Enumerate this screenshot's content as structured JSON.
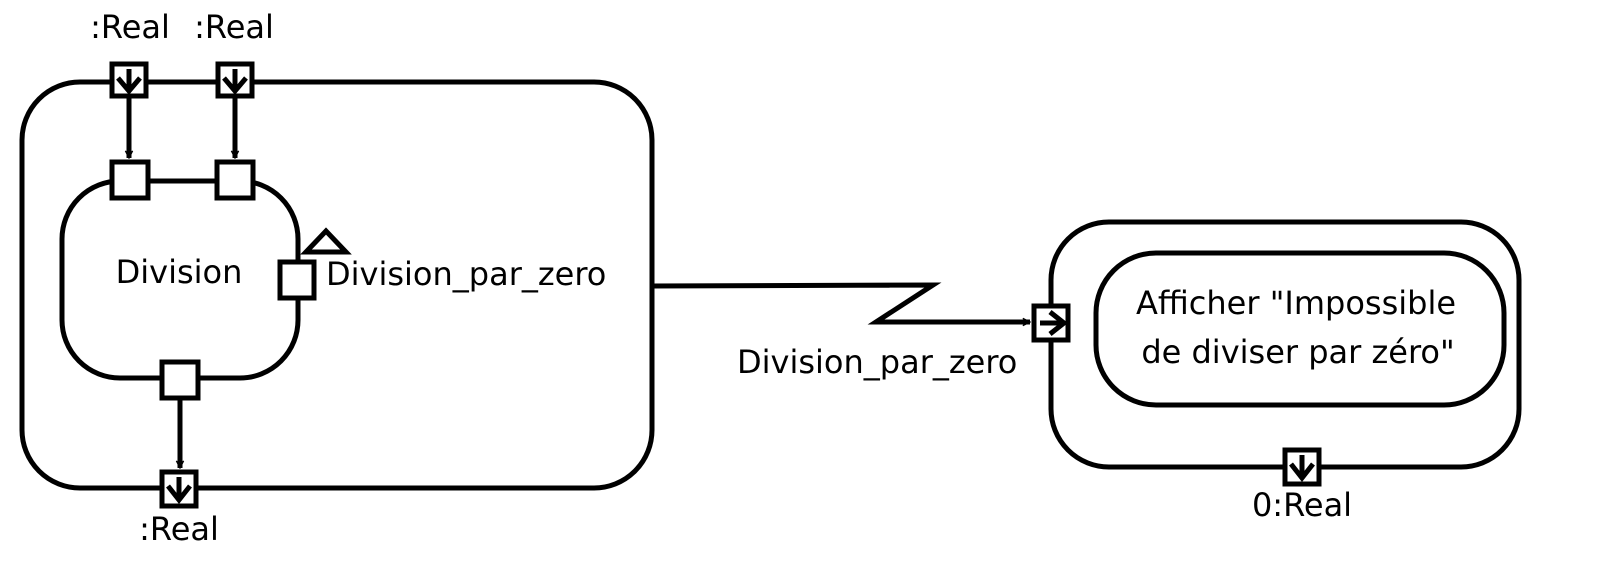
{
  "diagram": {
    "outer_activity": {
      "inputs": [
        {
          "label": ":Real"
        },
        {
          "label": ":Real"
        }
      ],
      "output": {
        "label": ":Real"
      },
      "inner_action": {
        "name": "Division",
        "exception_label": "Division_par_zero"
      }
    },
    "exception_edge": {
      "label": "Division_par_zero"
    },
    "handler": {
      "action_text_line1": "Afficher \"Impossible",
      "action_text_line2": "de diviser par zéro\"",
      "output": {
        "label": "0:Real"
      }
    },
    "colors": {
      "stroke": "#000000",
      "background": "#ffffff"
    }
  }
}
